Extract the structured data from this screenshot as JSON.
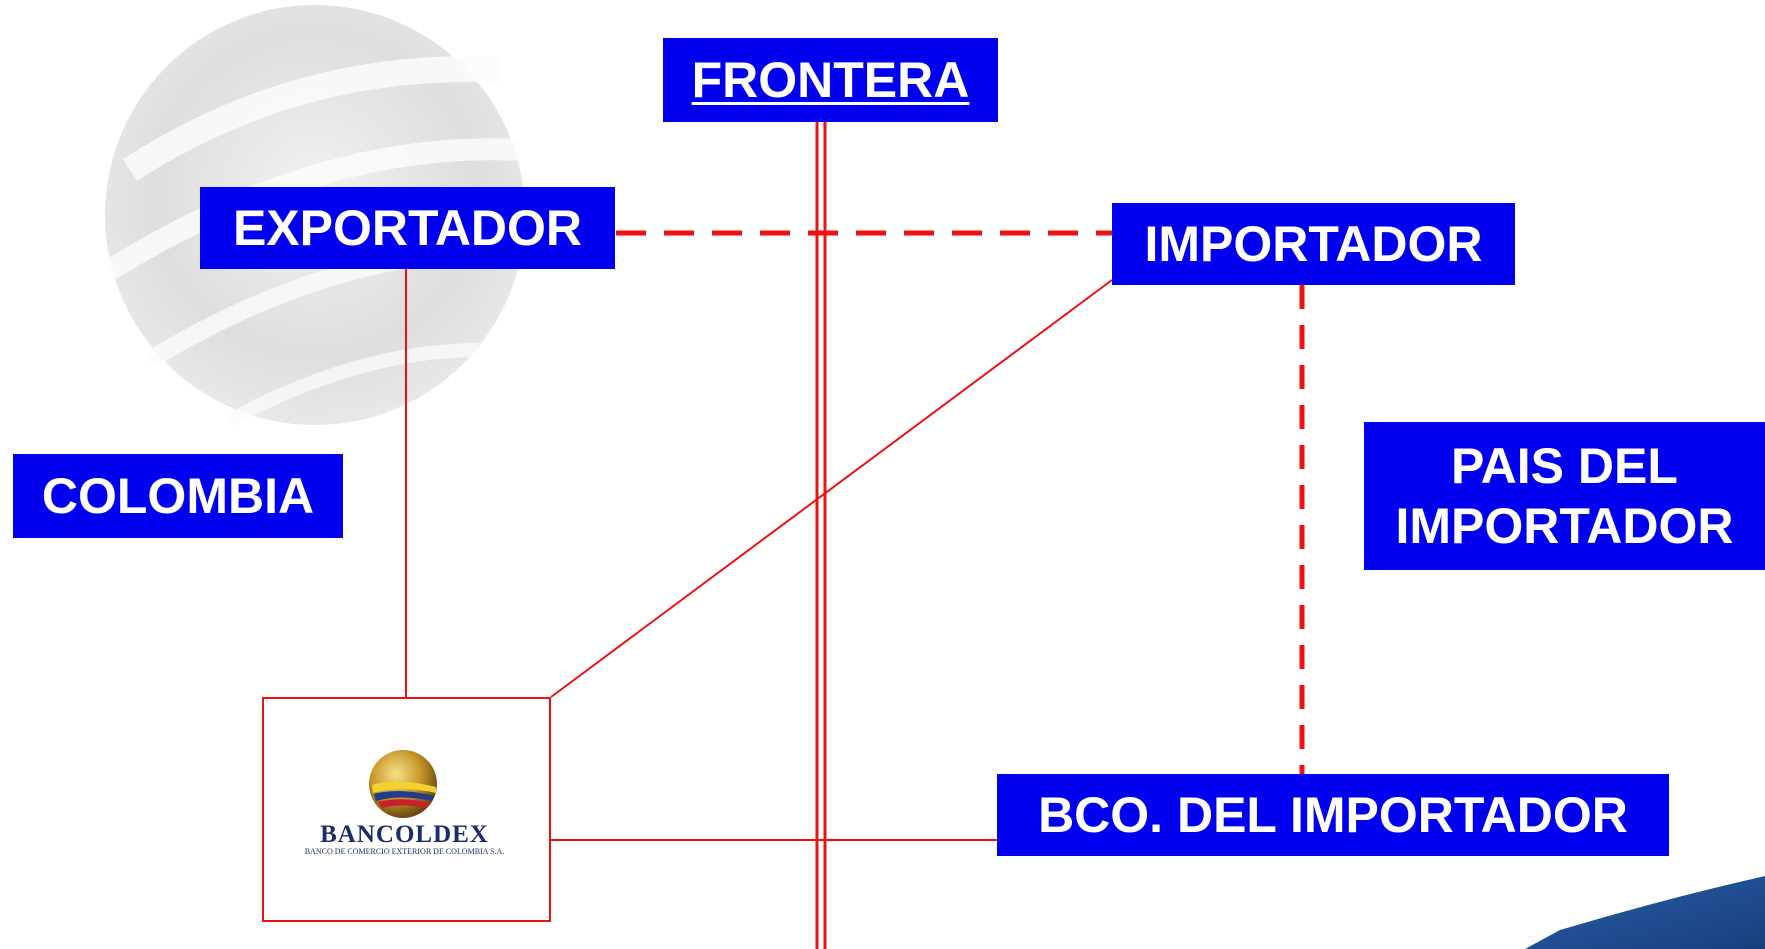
{
  "nodes": {
    "frontera": "FRONTERA",
    "exportador": "EXPORTADOR",
    "importador": "IMPORTADOR",
    "colombia": "COLOMBIA",
    "pais_line1": "PAIS DEL",
    "pais_line2": "IMPORTADOR",
    "bco_importador": "BCO. DEL IMPORTADOR"
  },
  "bank_logo": {
    "name": "BANCOLDEX",
    "tagline": "BANCO DE COMERCIO EXTERIOR DE COLOMBIA S.A."
  },
  "colors": {
    "box_fill": "#0000ee",
    "box_text": "#ffffff",
    "connector": "#ee1111",
    "logo_text": "#1b2d6b"
  },
  "icons": {
    "background_globe": "globe-watermark-icon",
    "bank_emblem": "bancoldex-emblem-icon",
    "corner_swoosh": "blue-swoosh-icon"
  }
}
